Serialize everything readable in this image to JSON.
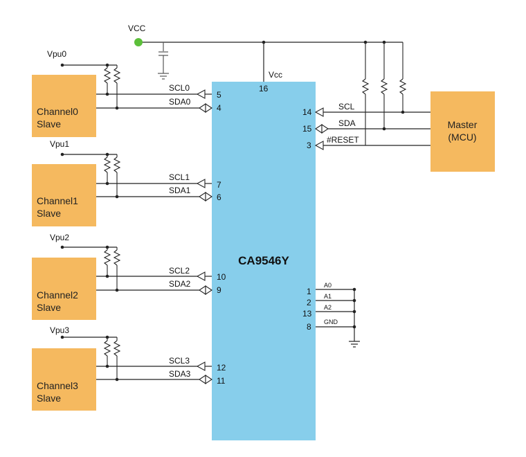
{
  "colors": {
    "chip": "#87CEEB",
    "slave": "#F5B95F",
    "vcc_dot": "#5CBF3A",
    "wire": "#222222"
  },
  "supply": {
    "vcc_label": "VCC"
  },
  "chip": {
    "name": "CA9546Y",
    "vcc_pin_label": "Vcc",
    "vcc_pin_number": "16"
  },
  "master": {
    "line1": "Master",
    "line2": "(MCU)"
  },
  "master_pins": [
    {
      "signal": "SCL",
      "number": "14"
    },
    {
      "signal": "SDA",
      "number": "15"
    },
    {
      "signal": "#RESET",
      "number": "3"
    }
  ],
  "channels": [
    {
      "vpu": "Vpu0",
      "name": "Channel0",
      "role": "Slave",
      "scl": "SCL0",
      "scl_pin": "5",
      "sda": "SDA0",
      "sda_pin": "4"
    },
    {
      "vpu": "Vpu1",
      "name": "Channel1",
      "role": "Slave",
      "scl": "SCL1",
      "scl_pin": "7",
      "sda": "SDA1",
      "sda_pin": "6"
    },
    {
      "vpu": "Vpu2",
      "name": "Channel2",
      "role": "Slave",
      "scl": "SCL2",
      "scl_pin": "10",
      "sda": "SDA2",
      "sda_pin": "9"
    },
    {
      "vpu": "Vpu3",
      "name": "Channel3",
      "role": "Slave",
      "scl": "SCL3",
      "scl_pin": "12",
      "sda": "SDA3",
      "sda_pin": "11"
    }
  ],
  "address_pins": [
    {
      "number": "1",
      "label": "A0"
    },
    {
      "number": "2",
      "label": "A1"
    },
    {
      "number": "13",
      "label": "A2"
    },
    {
      "number": "8",
      "label": "GND"
    }
  ]
}
